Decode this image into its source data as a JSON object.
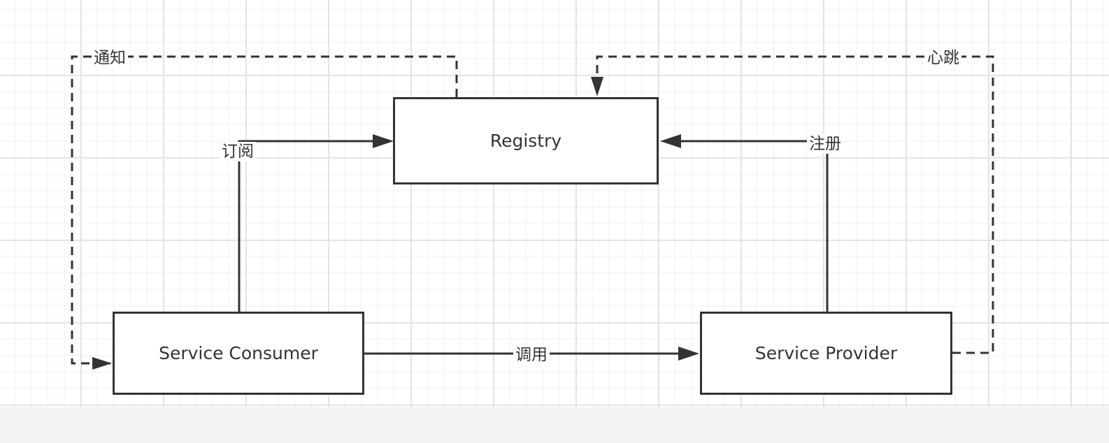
{
  "nodes": {
    "registry": "Registry",
    "consumer": "Service Consumer",
    "provider": "Service Provider"
  },
  "edges": {
    "notify": "通知",
    "heartbeat": "心跳",
    "subscribe": "订阅",
    "register": "注册",
    "invoke": "调用"
  },
  "colors": {
    "stroke": "#333333",
    "grid": "#e4e4e4",
    "background": "#ffffff"
  }
}
